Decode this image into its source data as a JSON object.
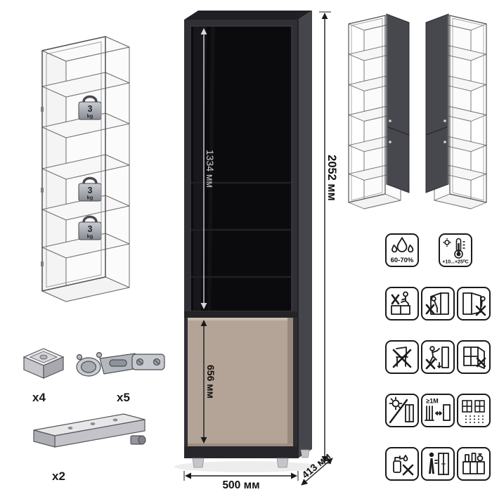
{
  "main_cabinet": {
    "glass_door_height": "1334 мм",
    "lower_door_height": "656 мм",
    "total_height": "2052 мм",
    "width": "500 мм",
    "depth": "413 мм"
  },
  "shelf_load": {
    "value": "3",
    "unit": "kg"
  },
  "hardware": {
    "feet_qty": "x4",
    "hinges_qty": "x5",
    "rails_qty": "x2"
  },
  "care": {
    "humidity": "60-70%",
    "temperature": "+10...+25⁰C",
    "heat_distance": "≥1M"
  },
  "warning_icons": [
    "humidity",
    "temperature",
    "no-sitting-on-furniture",
    "no-leaning-on-open-door",
    "no-hanging-on-door",
    "no-standing-on-chair",
    "no-climbing",
    "no-open-window",
    "avoid-direct-sunlight",
    "keep-1m-from-heater",
    "ventilate-room",
    "no-aggressive-cleaning",
    "close-doors-gently",
    "use-proper-care-products"
  ]
}
